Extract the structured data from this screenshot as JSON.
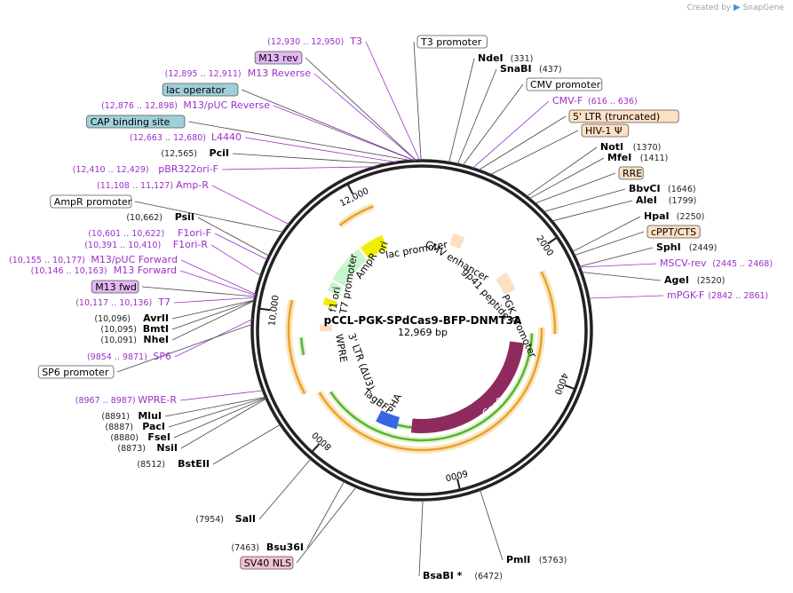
{
  "branding": {
    "created_by": "Created by",
    "product": "SnapGene"
  },
  "plasmid": {
    "name": "pCCL-PGK-SPdCas9-BFP-DNMT3A",
    "length_label": "12,969 bp",
    "length": 12969
  },
  "ruler_ticks": [
    {
      "pos": 2000,
      "label": "2000"
    },
    {
      "pos": 4000,
      "label": "4000"
    },
    {
      "pos": 6000,
      "label": "6000"
    },
    {
      "pos": 8000,
      "label": "8000"
    },
    {
      "pos": 10000,
      "label": "10,000"
    },
    {
      "pos": 12000,
      "label": "12,000"
    }
  ],
  "colors": {
    "backbone": "#222222",
    "enzyme_text": "#000000",
    "feature_text": "#9b30c8",
    "cas9": "#8e2a5e",
    "bfp": "#3a66e6",
    "ampr": "#c9f5cc",
    "ori": "#f0ee00",
    "f1ori": "#c9f5cc",
    "ltr": "#fde0c4",
    "promoter_box": "#ffffff",
    "lenti_orange": "#e8a32a",
    "lenti_green": "#5bb233",
    "lac_operator": "#9fd0da",
    "m13": "#e3b8f3",
    "sv40": "#f3c0cf"
  },
  "annotations": [
    {
      "key": "t3",
      "label": "T3",
      "range": "(12,930 .. 12,950)",
      "kind": "primer"
    },
    {
      "key": "m13rev",
      "label": "M13 rev",
      "kind": "tag",
      "color": "#e3b8f3"
    },
    {
      "key": "m13reverse",
      "label": "M13 Reverse",
      "range": "(12,895 .. 12,911)",
      "kind": "primer"
    },
    {
      "key": "lacop",
      "label": "lac operator",
      "kind": "tag",
      "color": "#9fd0da"
    },
    {
      "key": "m13puc",
      "label": "M13/pUC Reverse",
      "range": "(12,876 .. 12,898)",
      "kind": "primer"
    },
    {
      "key": "cap",
      "label": "CAP binding site",
      "kind": "tag",
      "color": "#9fd0da"
    },
    {
      "key": "l4440",
      "label": "L4440",
      "range": "(12,663 .. 12,680)",
      "kind": "primer"
    },
    {
      "key": "pcii",
      "label": "PciI",
      "range": "(12,565)",
      "kind": "enzyme"
    },
    {
      "key": "pbr",
      "label": "pBR322ori-F",
      "range": "(12,410 .. 12,429)",
      "kind": "primer"
    },
    {
      "key": "ampr_f",
      "label": "Amp-R",
      "range": "(11,108 .. 11,127)",
      "kind": "primer"
    },
    {
      "key": "amprprom",
      "label": "AmpR promoter",
      "kind": "tag",
      "color": "#ffffff"
    },
    {
      "key": "psii",
      "label": "PsiI",
      "range": "(10,662)",
      "kind": "enzyme"
    },
    {
      "key": "f1orif",
      "label": "F1ori-F",
      "range": "(10,601 .. 10,622)",
      "kind": "primer"
    },
    {
      "key": "f1orir",
      "label": "F1ori-R",
      "range": "(10,391 .. 10,410)",
      "kind": "primer"
    },
    {
      "key": "m13pucf",
      "label": "M13/pUC Forward",
      "range": "(10,155 .. 10,177)",
      "kind": "primer"
    },
    {
      "key": "m13f",
      "label": "M13 Forward",
      "range": "(10,146 .. 10,163)",
      "kind": "primer"
    },
    {
      "key": "m13fwd",
      "label": "M13 fwd",
      "kind": "tag",
      "color": "#e3b8f3"
    },
    {
      "key": "t7",
      "label": "T7",
      "range": "(10,117 .. 10,136)",
      "kind": "primer"
    },
    {
      "key": "avrii",
      "label": "AvrII",
      "range": "(10,096)",
      "kind": "enzyme"
    },
    {
      "key": "bmti",
      "label": "BmtI",
      "range": "(10,095)",
      "kind": "enzyme"
    },
    {
      "key": "nhei",
      "label": "NheI",
      "range": "(10,091)",
      "kind": "enzyme"
    },
    {
      "key": "sp6",
      "label": "SP6",
      "range": "(9854 .. 9871)",
      "kind": "primer"
    },
    {
      "key": "sp6prom",
      "label": "SP6 promoter",
      "kind": "tag",
      "color": "#ffffff"
    },
    {
      "key": "wprer",
      "label": "WPRE-R",
      "range": "(8967 .. 8987)",
      "kind": "primer"
    },
    {
      "key": "mlui",
      "label": "MluI",
      "range": "(8891)",
      "kind": "enzyme"
    },
    {
      "key": "paci",
      "label": "PacI",
      "range": "(8887)",
      "kind": "enzyme"
    },
    {
      "key": "fsei",
      "label": "FseI",
      "range": "(8880)",
      "kind": "enzyme"
    },
    {
      "key": "nsii",
      "label": "NsiI",
      "range": "(8873)",
      "kind": "enzyme"
    },
    {
      "key": "bsteii",
      "label": "BstEII",
      "range": "(8512)",
      "kind": "enzyme"
    },
    {
      "key": "sali",
      "label": "SalI",
      "range": "(7954)",
      "kind": "enzyme"
    },
    {
      "key": "bsu36i",
      "label": "Bsu36I",
      "range": "(7463)",
      "kind": "enzyme"
    },
    {
      "key": "sv40",
      "label": "SV40 NLS",
      "kind": "tag",
      "color": "#f3c0cf"
    },
    {
      "key": "bsabi",
      "label": "BsaBI",
      "star": "*",
      "range": "(6472)",
      "kind": "enzyme"
    },
    {
      "key": "pmli",
      "label": "PmlI",
      "range": "(5763)",
      "kind": "enzyme"
    },
    {
      "key": "t3prom",
      "label": "T3 promoter",
      "kind": "tag",
      "color": "#ffffff"
    },
    {
      "key": "ndei",
      "label": "NdeI",
      "range": "(331)",
      "kind": "enzyme"
    },
    {
      "key": "snabi",
      "label": "SnaBI",
      "range": "(437)",
      "kind": "enzyme"
    },
    {
      "key": "cmvprom",
      "label": "CMV promoter",
      "kind": "tag",
      "color": "#ffffff"
    },
    {
      "key": "cmvf",
      "label": "CMV-F",
      "range": "(616 .. 636)",
      "kind": "primer"
    },
    {
      "key": "ltr5",
      "label": "5' LTR (truncated)",
      "kind": "tag",
      "color": "#fde0c4"
    },
    {
      "key": "hiv",
      "label": "HIV-1 Ψ",
      "kind": "tag",
      "color": "#fde0c4"
    },
    {
      "key": "noti",
      "label": "NotI",
      "range": "(1370)",
      "kind": "enzyme"
    },
    {
      "key": "mfei",
      "label": "MfeI",
      "range": "(1411)",
      "kind": "enzyme"
    },
    {
      "key": "rre",
      "label": "RRE",
      "kind": "tag",
      "color": "#fde0c4"
    },
    {
      "key": "bbvci",
      "label": "BbvCI",
      "range": "(1646)",
      "kind": "enzyme"
    },
    {
      "key": "alei",
      "label": "AleI",
      "range": "(1799)",
      "kind": "enzyme"
    },
    {
      "key": "hpai",
      "label": "HpaI",
      "range": "(2250)",
      "kind": "enzyme"
    },
    {
      "key": "cppt",
      "label": "cPPT/CTS",
      "kind": "tag",
      "color": "#fde0c4"
    },
    {
      "key": "sphi",
      "label": "SphI",
      "range": "(2449)",
      "kind": "enzyme"
    },
    {
      "key": "msvc",
      "label": "MSCV-rev",
      "range": "(2445 .. 2468)",
      "kind": "primer"
    },
    {
      "key": "agei",
      "label": "AgeI",
      "range": "(2520)",
      "kind": "enzyme"
    },
    {
      "key": "mpgk",
      "label": "mPGK-F",
      "range": "(2842 .. 2861)",
      "kind": "primer"
    }
  ],
  "inner_labels": [
    {
      "key": "cmvenh",
      "label": "CMV enhancer"
    },
    {
      "key": "gp41",
      "label": "gp41 peptide"
    },
    {
      "key": "pgk",
      "label": "PGK promoter"
    },
    {
      "key": "cas9",
      "label": "Cas9"
    },
    {
      "key": "ha",
      "label": "HA"
    },
    {
      "key": "tagbfp",
      "label": "TagBFP"
    },
    {
      "key": "ltr3",
      "label": "3' LTR (ΔU3)"
    },
    {
      "key": "wpre",
      "label": "WPRE"
    },
    {
      "key": "f1ori",
      "label": "f1 ori"
    },
    {
      "key": "t7prom",
      "label": "T7 promoter"
    },
    {
      "key": "ampr",
      "label": "AmpR"
    },
    {
      "key": "ori",
      "label": "ori"
    },
    {
      "key": "lacprom",
      "label": "lac promoter"
    }
  ]
}
